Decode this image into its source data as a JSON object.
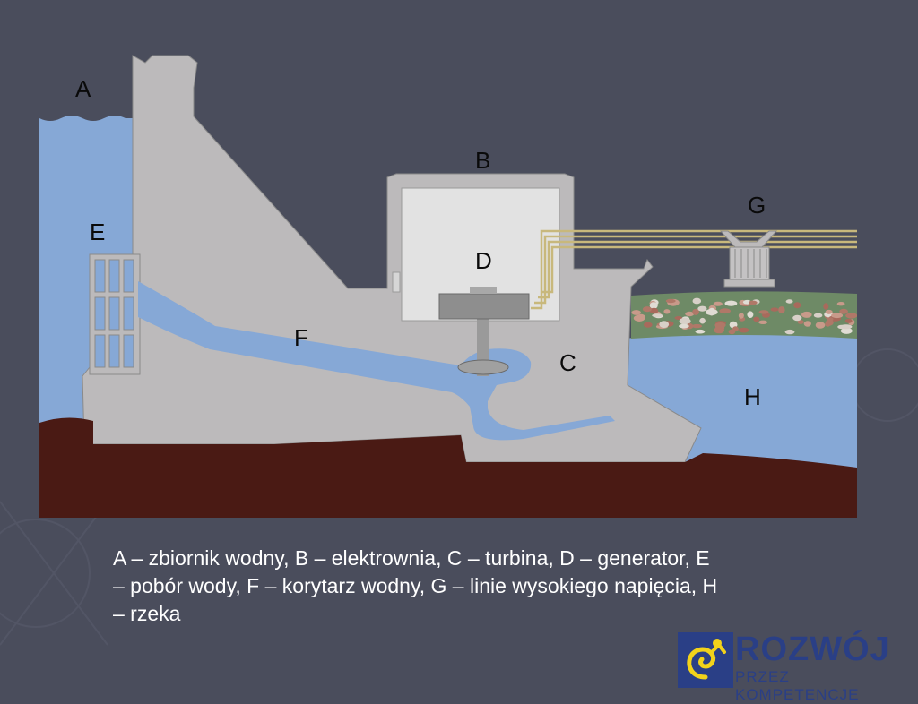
{
  "colors": {
    "background": "#4a4d5c",
    "water": "#86a8d6",
    "concrete": "#bcbabb",
    "ground": "#4a1a14",
    "powerhouse_room": "#e2e2e2",
    "power_lines": "#c8b87c",
    "logo_blue": "#2a3f86",
    "logo_yellow": "#f2d21a"
  },
  "diagram": {
    "labels": {
      "A": "A",
      "B": "B",
      "C": "C",
      "D": "D",
      "E": "E",
      "F": "F",
      "G": "G",
      "H": "H"
    }
  },
  "caption": "A – zbiornik wodny, B – elektrownia, C – turbina, D – generator, E – pobór wody, F – korytarz wodny, G – linie wysokiego napięcia, H – rzeka",
  "logo": {
    "word": "ROZWÓJ",
    "subtitle": "PRZEZ KOMPETENCJE",
    "icon": "spiral-person-icon"
  }
}
